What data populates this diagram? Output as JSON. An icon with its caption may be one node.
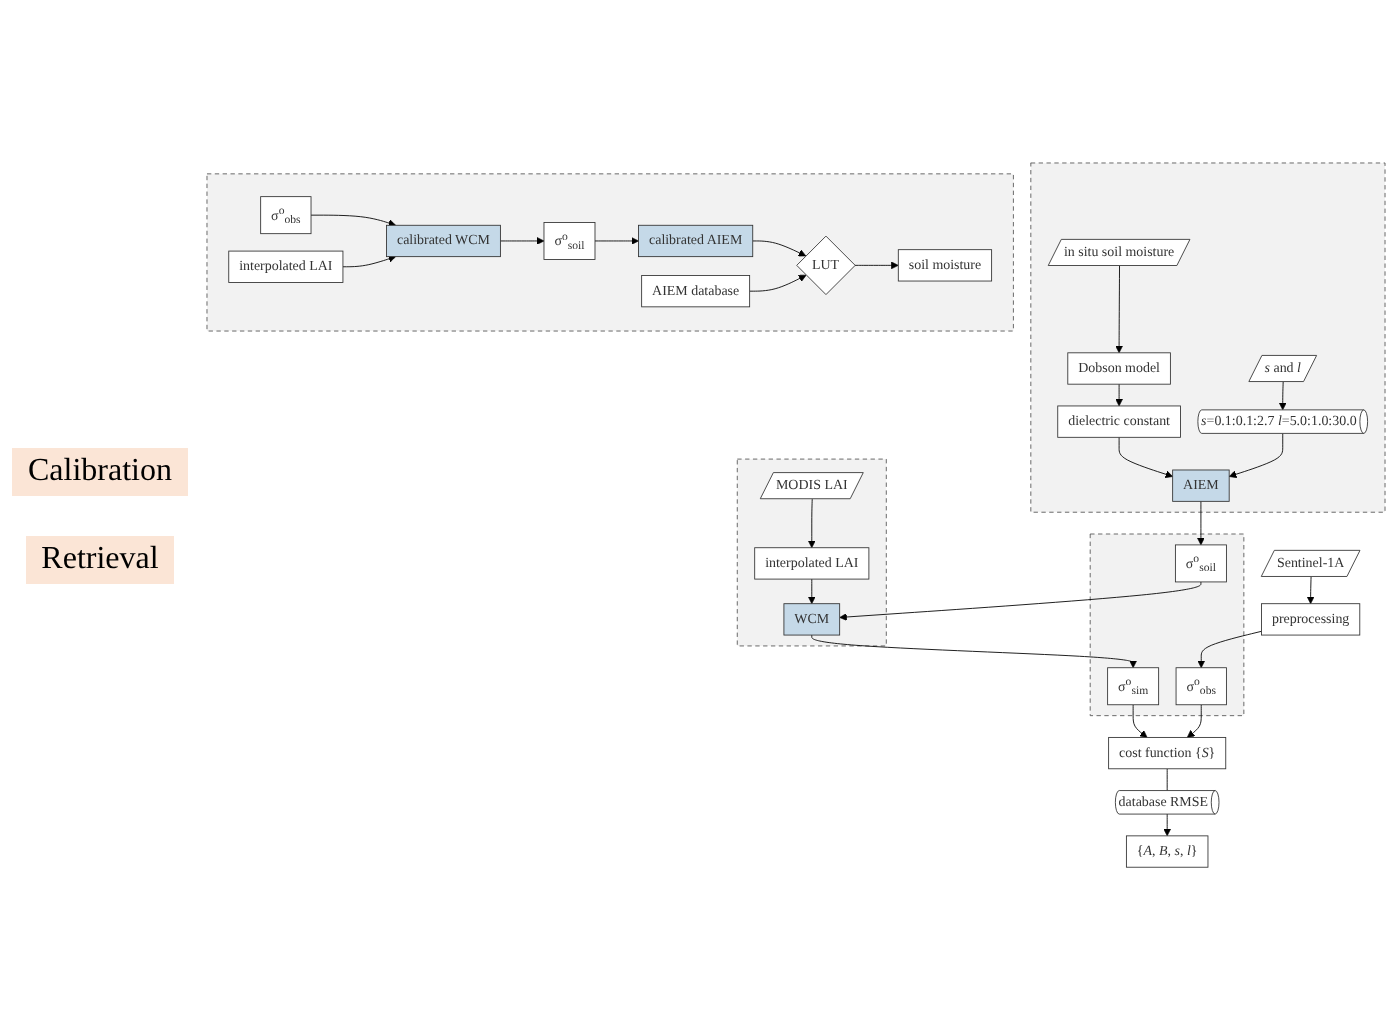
{
  "diagram": {
    "nodes": [
      {
        "text": [],
        "shape": "box"
      },
      {
        "text": [
          "in situ soil moisture"
        ],
        "in": 0
      },
      {
        "text": [
          "*s* and *l*"
        ],
        "in": 0
      },
      {
        "text": [
          "Dobson model"
        ],
        "in": 0
      },
      {
        "text": [
          "*s*=0.1:0.1:2.7 *l*=5.0:1.0:30.0"
        ],
        "in": 0
      },
      {
        "text": [
          "dielectric constant"
        ],
        "in": 0
      },
      {
        "text": [
          "AIEM"
        ],
        "in": 0
      },
      {
        "text": [],
        "shape": "box"
      },
      {
        "text": [
          "MODIS LAI"
        ],
        "in": 7
      },
      {
        "text": [
          "interpolated LAI"
        ],
        "in": 7
      },
      {
        "text": [
          "WCM"
        ],
        "in": 7
      },
      {
        "text": [
          "Sentinel-1A"
        ]
      },
      {
        "text": [
          "preprocessing"
        ]
      },
      {
        "text": [],
        "shape": "box"
      },
      {
        "text": [
          "σ$^{o}$$_{soil}$"
        ],
        "in": 13
      },
      {
        "text": [
          "σ$^{o}$$_{sim}$"
        ],
        "in": 13
      },
      {
        "text": [
          "σ$^{o}$$_{obs}$"
        ],
        "in": 13
      },
      {
        "text": [
          "cost function {*S*}"
        ]
      },
      {
        "text": [
          "database RMSE"
        ]
      },
      {
        "text": [
          "{*A*, *B*, *s*, *l*}"
        ]
      },
      {
        "text": [],
        "shape": "box"
      },
      {
        "text": [
          "σ$^{o}$$_{obs}$"
        ],
        "in": 20
      },
      {
        "text": [
          "interpolated LAI"
        ],
        "in": 20
      },
      {
        "text": [
          "calibrated WCM"
        ],
        "in": 20
      },
      {
        "text": [
          "calibrated AIEM"
        ],
        "in": 20
      },
      {
        "text": [
          "σ$^{o}$$_{soil}$"
        ],
        "in": 20
      },
      {
        "text": [
          "AIEM database"
        ],
        "in": 20
      },
      {
        "text": [
          "LUT"
        ],
        "in": 20
      },
      {
        "text": [
          "soil moisture"
        ],
        "in": 20
      }
    ],
    "edges": [
      {
        "from": 1,
        "to": 3,
        "arrow": "to"
      },
      {
        "from": 3,
        "to": 5,
        "arrow": "to"
      },
      {
        "from": 5,
        "to": 6,
        "arrow": "to"
      },
      {
        "from": 2,
        "to": 4,
        "arrow": "to"
      },
      {
        "from": 4,
        "to": 6,
        "arrow": "to"
      },
      {
        "from": 8,
        "to": 9,
        "arrow": "to"
      },
      {
        "from": 9,
        "to": 10,
        "arrow": "to"
      },
      {
        "from": 11,
        "to": 12,
        "arrow": "to"
      },
      {
        "from": 6,
        "to": 14,
        "arrow": "to"
      },
      {
        "from": 14,
        "to": 10,
        "arrow": "to"
      },
      {
        "from": 10,
        "to": 15,
        "arrow": "to"
      },
      {
        "from": 12,
        "to": 16,
        "arrow": "to"
      },
      {
        "from": 15,
        "to": 17,
        "arrow": "to"
      },
      {
        "from": 16,
        "to": 17,
        "arrow": "to"
      },
      {
        "from": 17,
        "to": 18,
        "arrow": "none"
      },
      {
        "from": 18,
        "to": 19,
        "arrow": "to"
      },
      {
        "from": 21,
        "to": 23,
        "arrow": "to"
      },
      {
        "from": 22,
        "to": 23,
        "arrow": "to"
      },
      {
        "from": 23,
        "to": 25,
        "arrow": "to"
      },
      {
        "from": 25,
        "to": 24,
        "arrow": "to"
      },
      {
        "from": 24,
        "to": 27,
        "arrow": "to"
      },
      {
        "from": 26,
        "to": 27,
        "arrow": "to"
      },
      {
        "from": 27,
        "to": 28,
        "arrow": "to"
      }
    ],
    "labels": [
      "Calibration",
      "Retrieval"
    ]
  }
}
